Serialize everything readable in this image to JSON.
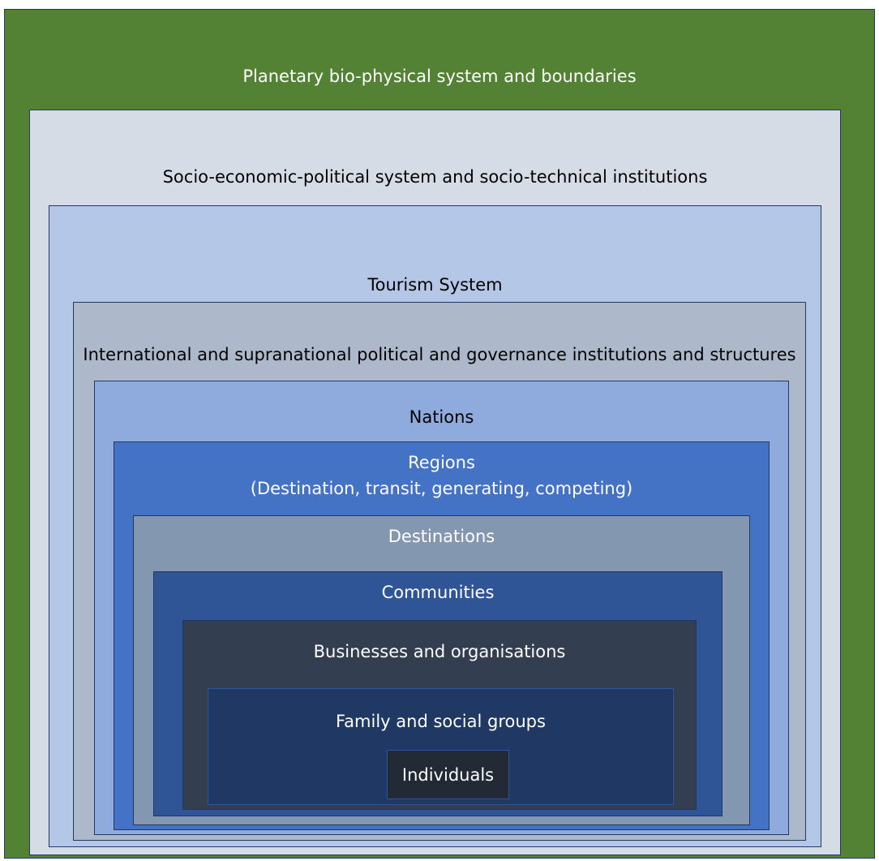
{
  "levels": [
    {
      "label": "Planetary bio-physical system and boundaries",
      "color": "#548235"
    },
    {
      "label": "Socio-economic-political system and socio-technical institutions",
      "color": "#d6dce5"
    },
    {
      "label": "Tourism System",
      "color": "#b4c7e7"
    },
    {
      "label": "International and supranational political and governance institutions and structures",
      "color": "#adb9ca"
    },
    {
      "label": "Nations",
      "color": "#8faadc"
    },
    {
      "label": "Regions",
      "sublabel": "(Destination, transit, generating, competing)",
      "color": "#4472c4"
    },
    {
      "label": "Destinations",
      "color": "#8497b0"
    },
    {
      "label": "Communities",
      "color": "#2f5597"
    },
    {
      "label": "Businesses and organisations",
      "color": "#333f50"
    },
    {
      "label": "Family and social groups",
      "color": "#1f3864"
    },
    {
      "label": "Individuals",
      "color": "#222a35"
    }
  ]
}
